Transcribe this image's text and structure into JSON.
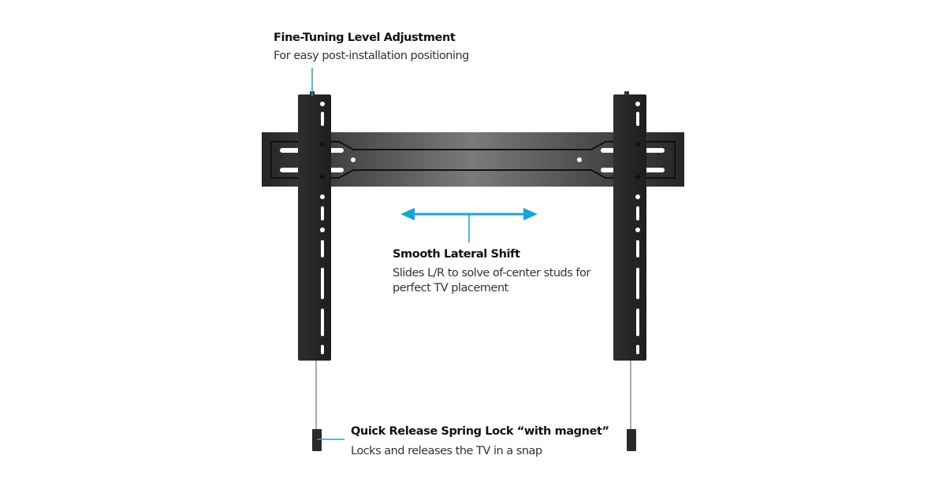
{
  "callouts": {
    "level": {
      "title": "Fine-Tuning Level Adjustment",
      "subtitle": "For easy post-installation positioning"
    },
    "shift": {
      "title": "Smooth Lateral Shift",
      "subtitle_line1": "Slides L/R to solve of-center studs for",
      "subtitle_line2": "perfect  TV placement"
    },
    "lock": {
      "title": "Quick Release Spring Lock  “with magnet”",
      "subtitle": "Locks and releases the TV in a snap"
    }
  },
  "colors": {
    "accent": "#1aa3d9",
    "metal": "#2b2b2b"
  }
}
